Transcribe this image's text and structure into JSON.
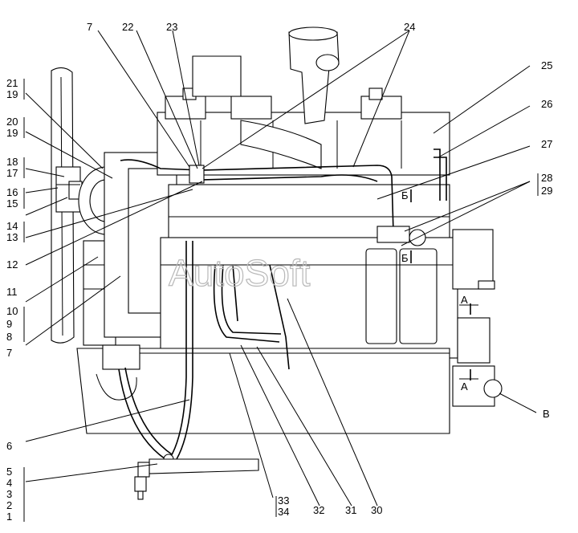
{
  "watermark": "AutoSoft",
  "callouts": {
    "n1": "1",
    "n2": "2",
    "n3": "3",
    "n4": "4",
    "n5": "5",
    "n6": "6",
    "n7": "7",
    "n8": "8",
    "n9": "9",
    "n10": "10",
    "n11": "11",
    "n12": "12",
    "n13": "13",
    "n14": "14",
    "n15": "15",
    "n16": "16",
    "n17": "17",
    "n18": "18",
    "n19": "19",
    "n20": "20",
    "n21": "21",
    "n22": "22",
    "n23": "23",
    "n24": "24",
    "n25": "25",
    "n26": "26",
    "n27": "27",
    "n28": "28",
    "n29": "29",
    "n30": "30",
    "n31": "31",
    "n32": "32",
    "n33": "33",
    "n34": "34"
  },
  "section_marks": {
    "a": "А",
    "b": "Б",
    "v": "В"
  }
}
